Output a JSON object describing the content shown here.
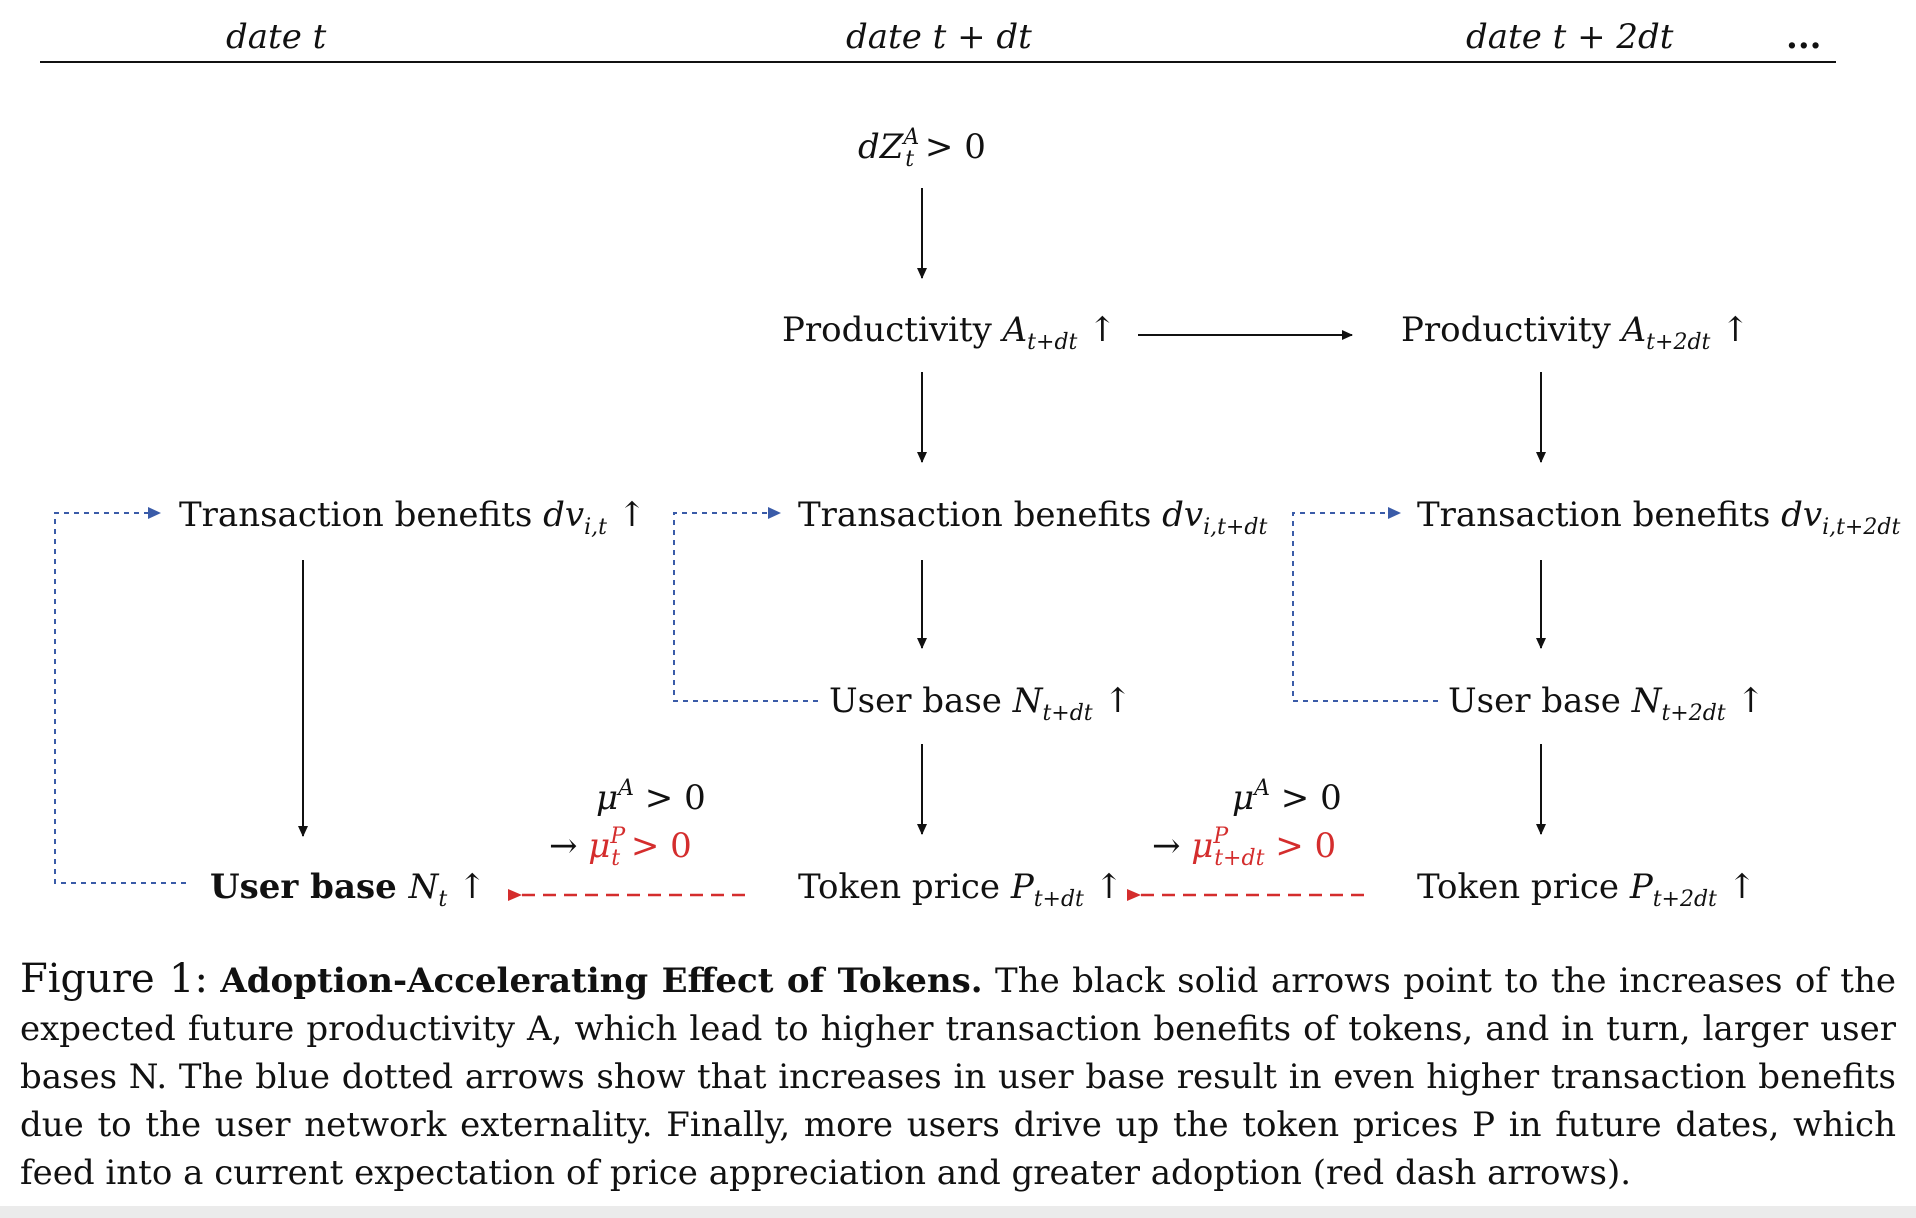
{
  "header": {
    "date_t": "date t",
    "date_t_dt": "date t + dt",
    "date_t_2dt": "date t + 2dt",
    "ellipsis": "..."
  },
  "nodes": {
    "shock": {
      "text": "dZ",
      "sup": "A",
      "sub": "t",
      "rel": " > 0"
    },
    "prod_dt": {
      "text": "Productivity ",
      "var": "A",
      "sub": "t+dt",
      "arrow": " ↑"
    },
    "prod_2dt": {
      "text": "Productivity ",
      "var": "A",
      "sub": "t+2dt",
      "arrow": " ↑"
    },
    "tb_t": {
      "text": "Transaction benefits ",
      "var": "dv",
      "sub": "i,t",
      "arrow": " ↑"
    },
    "tb_dt": {
      "text": "Transaction benefits ",
      "var": "dv",
      "sub": "i,t+dt",
      "arrow": ""
    },
    "tb_2dt": {
      "text": "Transaction benefits ",
      "var": "dv",
      "sub": "i,t+2dt",
      "arrow": ""
    },
    "ub_dt": {
      "text": "User base ",
      "var": "N",
      "sub": "t+dt",
      "arrow": " ↑"
    },
    "ub_2dt": {
      "text": "User base ",
      "var": "N",
      "sub": "t+2dt",
      "arrow": " ↑"
    },
    "ub_t": {
      "text": "User base ",
      "var": "N",
      "sub": "t",
      "arrow": " ↑"
    },
    "tp_dt": {
      "text": "Token price ",
      "var": "P",
      "sub": "t+dt",
      "arrow": " ↑"
    },
    "tp_2dt": {
      "text": "Token price ",
      "var": "P",
      "sub": "t+2dt",
      "arrow": " ↑"
    },
    "mu1_a": {
      "var": "μ",
      "sup": "A",
      "rel": " > 0"
    },
    "mu1_p": {
      "prefix": "→ ",
      "var": "μ",
      "sup": "P",
      "sub": "t",
      "rel": " > 0"
    },
    "mu2_a": {
      "var": "μ",
      "sup": "A",
      "rel": " > 0"
    },
    "mu2_p": {
      "prefix": "→ ",
      "var": "μ",
      "sup": "P",
      "sub": "t+dt",
      "rel": " > 0"
    }
  },
  "colors": {
    "black_arrow": "#111111",
    "blue_dotted": "#3a5ba8",
    "red_dashed": "#d42d2d"
  },
  "caption": {
    "figure": "Figure 1:",
    "title": "Adoption-Accelerating Effect of Tokens.",
    "body": "The black solid arrows point to the increases of the expected future productivity A, which lead to higher transaction benefits of tokens, and in turn, larger user bases N. The blue dotted arrows show that increases in user base result in even higher transaction benefits due to the user network externality. Finally, more users drive up the token prices P in future dates, which feed into a current expectation of price appreciation and greater adoption (red dash arrows)."
  }
}
